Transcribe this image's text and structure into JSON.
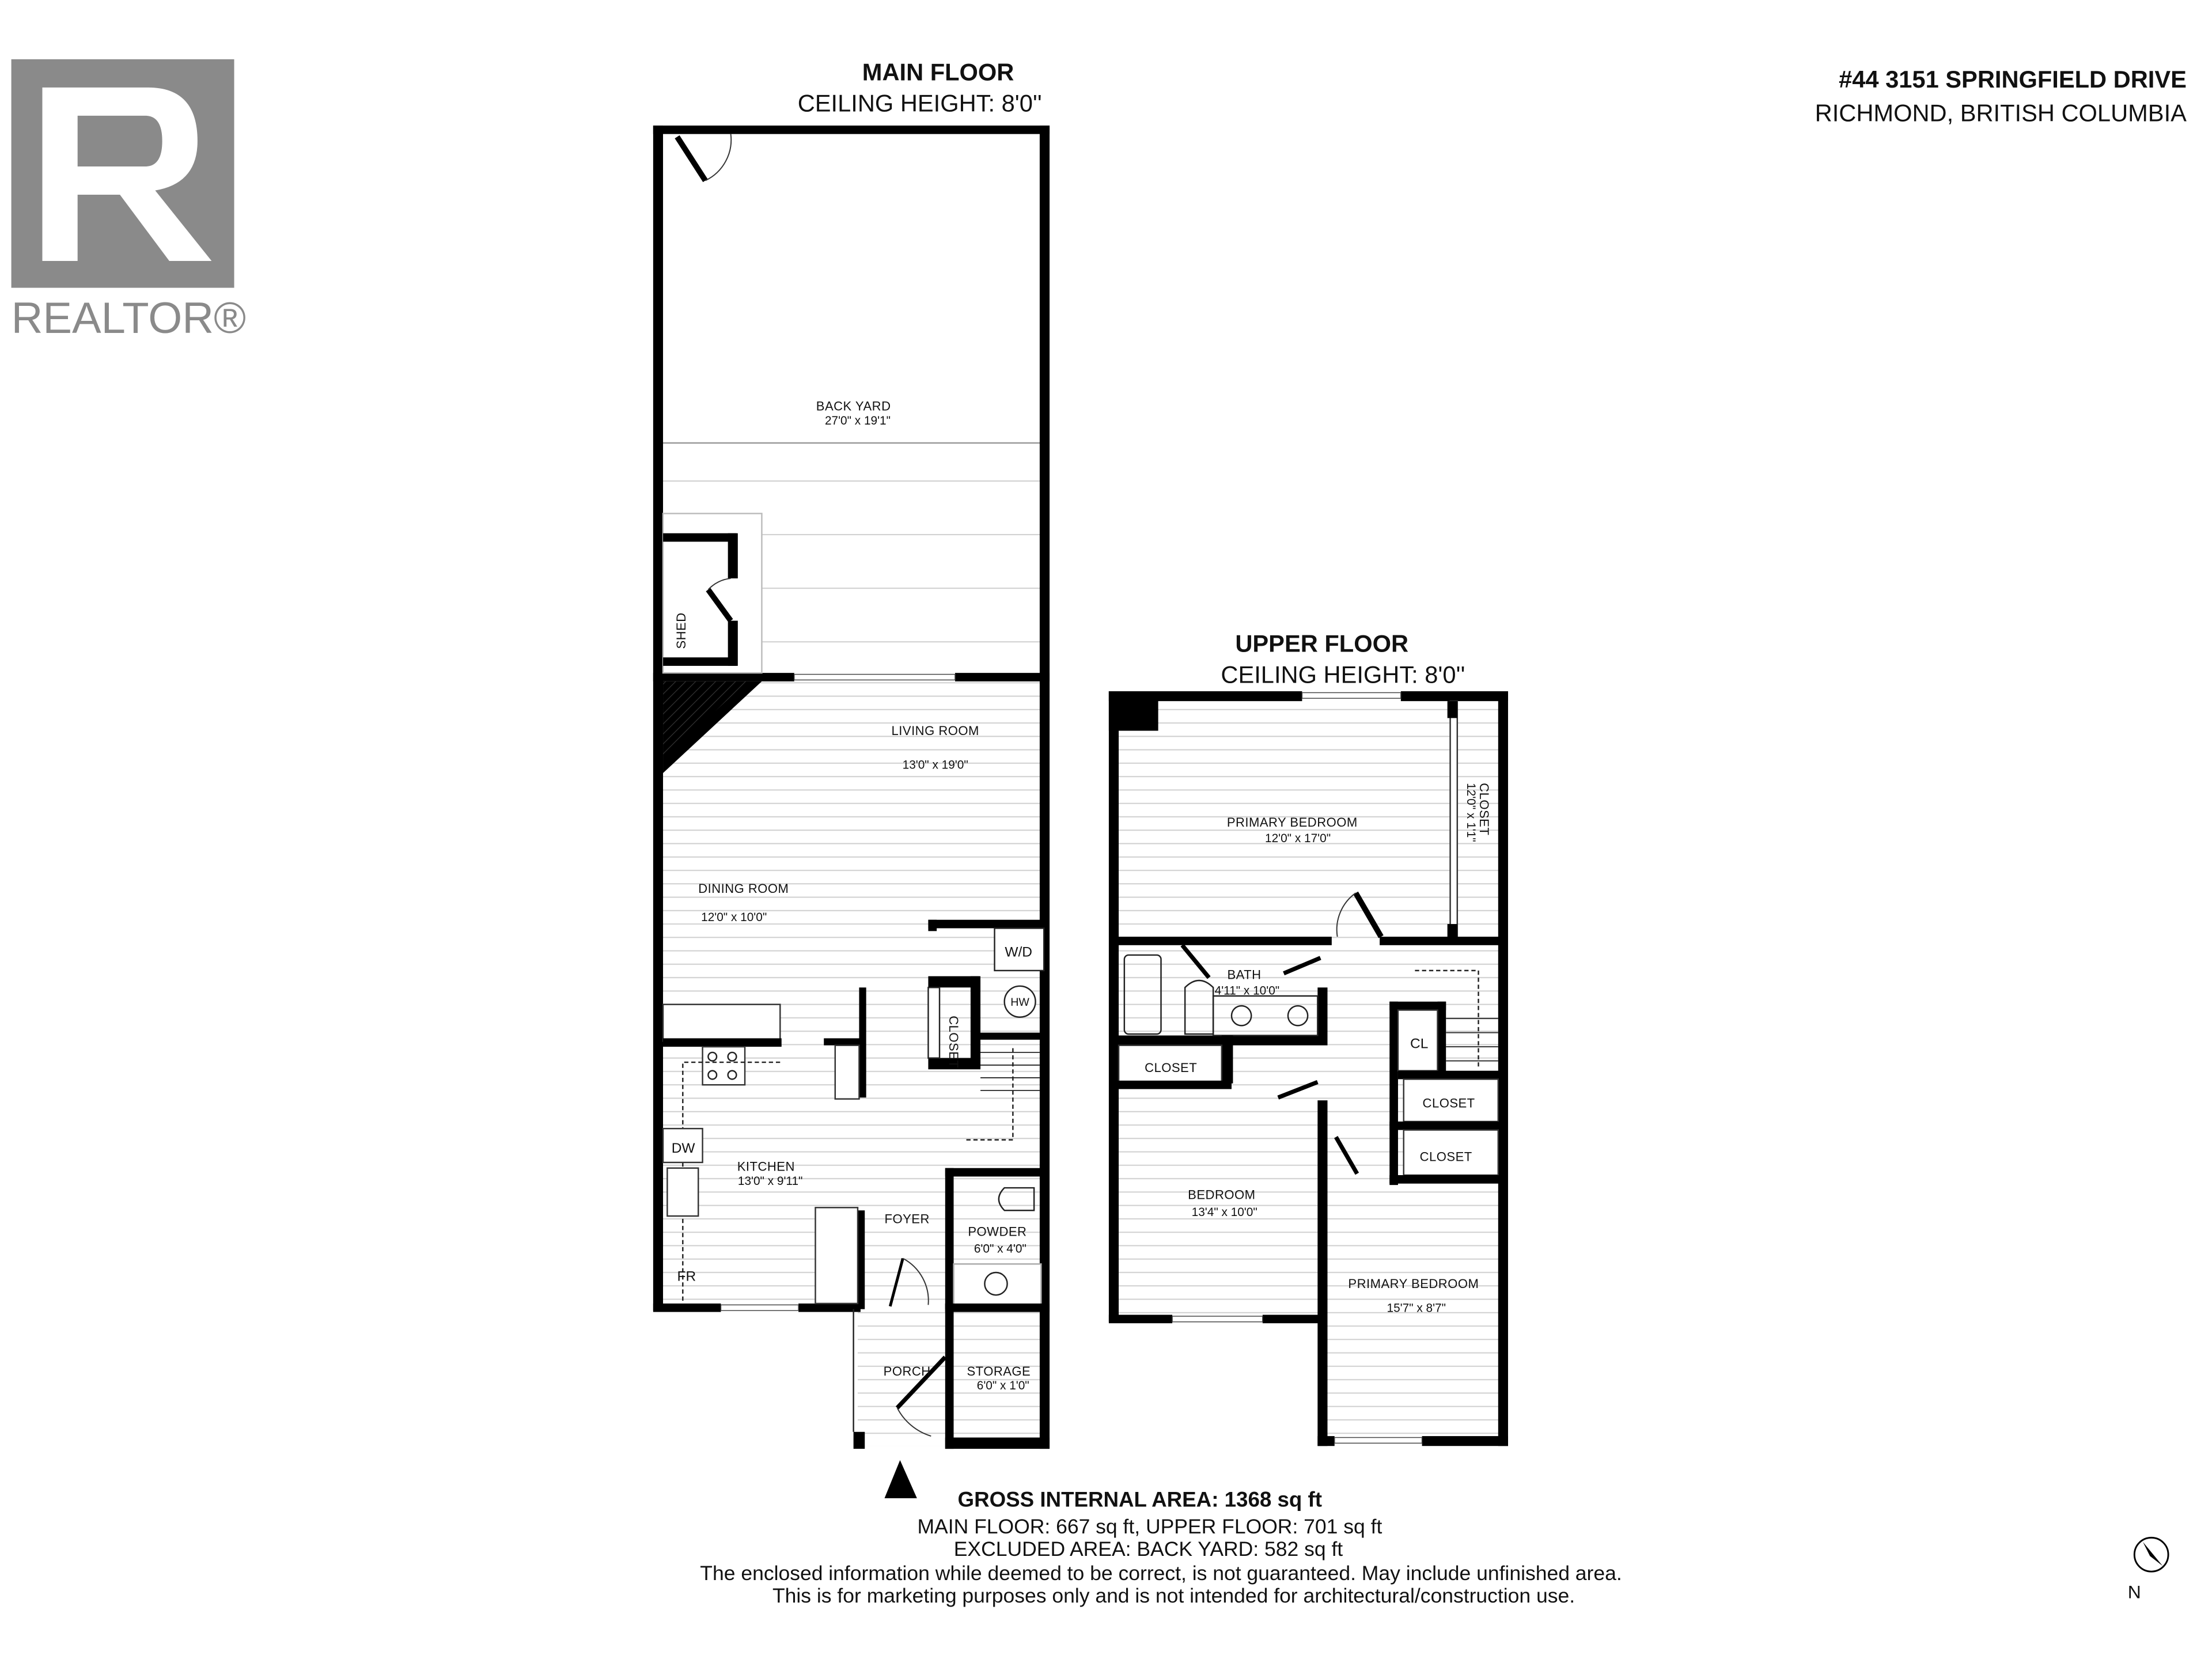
{
  "logo": {
    "text": "REALTOR®",
    "color": "#8a8a8a"
  },
  "address": {
    "line1": "#44 3151 SPRINGFIELD DRIVE",
    "line2": "RICHMOND, BRITISH COLUMBIA"
  },
  "main_floor": {
    "title": "MAIN FLOOR",
    "ceiling": "CEILING HEIGHT: 8'0''",
    "rooms": [
      {
        "name": "BACK YARD",
        "dim": "27'0\" x 19'1\""
      },
      {
        "name": "SHED"
      },
      {
        "name": "LIVING ROOM",
        "dim": "13'0\" x 19'0\""
      },
      {
        "name": "DINING ROOM",
        "dim": "12'0\" x 10'0\""
      },
      {
        "name": "KITCHEN",
        "dim": "13'0\" x 9'11\""
      },
      {
        "name": "FOYER"
      },
      {
        "name": "POWDER",
        "dim": "6'0\" x 4'0\""
      },
      {
        "name": "PORCH"
      },
      {
        "name": "STORAGE",
        "dim": "6'0\" x 1'0\""
      },
      {
        "name": "CLOSET"
      }
    ],
    "fixtures": {
      "wd": "W/D",
      "hw": "HW",
      "dw": "DW",
      "fr": "FR"
    }
  },
  "upper_floor": {
    "title": "UPPER FLOOR",
    "ceiling": "CEILING HEIGHT: 8'0''",
    "rooms": [
      {
        "name": "PRIMARY BEDROOM",
        "dim": "12'0\" x 17'0\""
      },
      {
        "name": "CLOSET",
        "dim": "12'0\" x 1'1\""
      },
      {
        "name": "BATH",
        "dim": "4'11\" x 10'0\""
      },
      {
        "name": "CLOSET"
      },
      {
        "name": "CL"
      },
      {
        "name": "CLOSET"
      },
      {
        "name": "CLOSET"
      },
      {
        "name": "BEDROOM",
        "dim": "13'4\" x 10'0\""
      },
      {
        "name": "PRIMARY BEDROOM",
        "dim": "15'7\" x 8'7\""
      }
    ]
  },
  "footer": {
    "gross": "GROSS INTERNAL AREA: 1368 sq ft",
    "floors": "MAIN FLOOR: 667 sq ft, UPPER FLOOR: 701 sq ft",
    "excluded": "EXCLUDED AREA: BACK YARD: 582 sq ft",
    "disclaimer1": "The enclosed information while deemed to be correct, is not guaranteed. May include unfinished area.",
    "disclaimer2": "This is for marketing purposes only and is not intended for architectural/construction use."
  },
  "compass": {
    "label": "N"
  }
}
